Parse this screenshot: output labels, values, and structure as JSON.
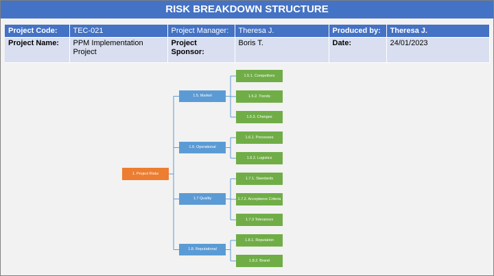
{
  "title": "RISK BREAKDOWN STRUCTURE",
  "info": {
    "project_code_label": "Project Code:",
    "project_code": "TEC-021",
    "project_manager_label": "Project Manager:",
    "project_manager": "Theresa J.",
    "produced_by_label": "Produced by:",
    "produced_by": "Theresa J.",
    "project_name_label": "Project Name:",
    "project_name": "PPM Implementation Project",
    "project_sponsor_label": "Project Sponsor:",
    "project_sponsor": "Boris T.",
    "date_label": "Date:",
    "date": "24/01/2023"
  },
  "colors": {
    "header": "#4472c4",
    "row": "#d9dff0",
    "root": "#ed7d31",
    "category": "#5b9bd5",
    "leaf": "#70ad47",
    "connector": "#5b9bd5"
  },
  "tree": {
    "root": "1. Project Risks",
    "categories": [
      {
        "label": "1.5. Market",
        "children": [
          "1.5.1. Competitors",
          "1.5.2. Trends",
          "1.5.3. Changes"
        ]
      },
      {
        "label": "1.6.  Operational",
        "children": [
          "1.6.1. Processes",
          "1.6.2. Logistics"
        ]
      },
      {
        "label": "1.7 Quality",
        "children": [
          "1.7.1. Standards",
          "1.7.2. Acceptance Criteria",
          "1.7.3 Tolerances"
        ]
      },
      {
        "label": "1.8. Reputational",
        "children": [
          "1.8.1. Reputation",
          "1.8.2. Brand"
        ]
      }
    ]
  }
}
